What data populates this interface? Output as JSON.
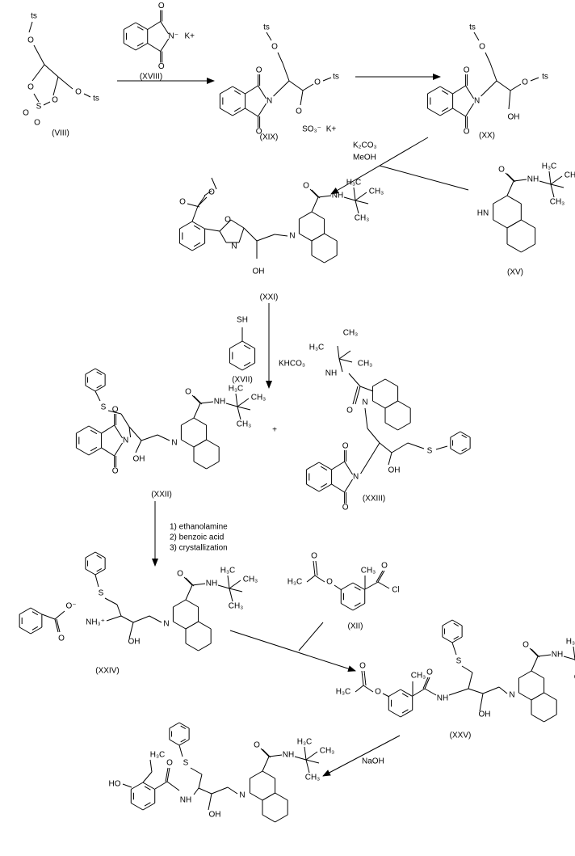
{
  "compounds": {
    "VIII": "(VIII)",
    "XVIII": "(XVIII)",
    "XIX": "(XIX)",
    "XX": "(XX)",
    "XV": "(XV)",
    "XXI": "(XXI)",
    "XVII": "(XVII)",
    "XXII": "(XXII)",
    "XXIII": "(XXIII)",
    "XXIV": "(XXIV)",
    "XII": "(XII)",
    "XXV": "(XXV)"
  },
  "reagents": {
    "k2co3": "K₂CO₃",
    "meoh": "MeOH",
    "khco3": "KHCO₃",
    "steps": [
      "1) ethanolamine",
      "2) benzoic acid",
      "3) crystallization"
    ],
    "naoh": "NaOH",
    "plus": "+"
  },
  "atoms": {
    "ts": "ts",
    "O": "O",
    "S": "S",
    "N": "N",
    "Nminus": "N⁻",
    "Kplus": "K+",
    "SO3": "SO₃⁻",
    "OH": "OH",
    "NH": "NH",
    "HN": "HN",
    "SH": "SH",
    "H3C": "H₃C",
    "CH3": "CH₃",
    "Cl": "Cl",
    "NH3": "NH₃⁺",
    "HO": "HO",
    "Ominus": "O⁻"
  }
}
